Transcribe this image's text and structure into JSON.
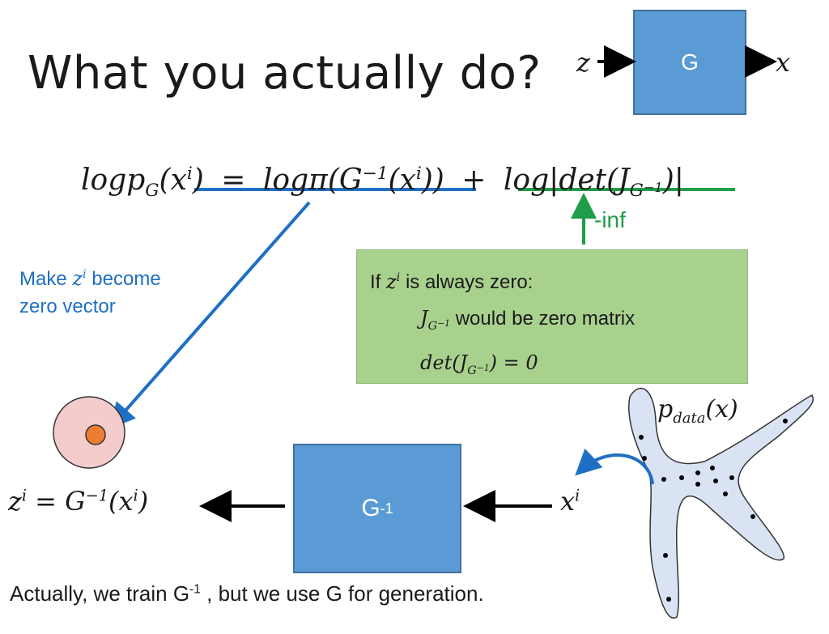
{
  "title": "What you actually do?",
  "top_diagram": {
    "input": "z",
    "box": "G",
    "output": "x"
  },
  "formula": {
    "lhs": "logp",
    "lhs_sub": "G",
    "lhs_arg": "(x",
    "lhs_sup": "i",
    "lhs_close": ")",
    "eq": "=",
    "term1": "logπ(G",
    "term1_sup": "−1",
    "term1_arg": "(x",
    "term1_argsup": "i",
    "term1_close": "))",
    "plus": "+",
    "term2": "log|det(J",
    "term2_sub": "G",
    "term2_subsup": "−1",
    "term2_close": ")|"
  },
  "neg_inf": "-inf",
  "blue_note": {
    "line1_a": "Make ",
    "z": "z",
    "z_sup": "i",
    "line1_b": " become",
    "line2": "zero vector"
  },
  "green_box": {
    "l1_a": "If ",
    "z": "z",
    "z_sup": "i",
    "l1_b": " is always zero:",
    "l2_j": "J",
    "l2_sub": "G",
    "l2_subsup": "−1",
    "l2_text": " would be zero matrix",
    "l3_a": "det(J",
    "l3_sub": "G",
    "l3_subsup": "−1",
    "l3_b": ") = 0"
  },
  "bottom": {
    "z_label": "z",
    "z_sup": "i",
    "z_eq": " = G",
    "z_eq_sup": "−1",
    "z_eq_arg": "(x",
    "z_eq_argsup": "i",
    "z_eq_close": ")",
    "ginv": "G",
    "ginv_sup": "-1",
    "x_label": "x",
    "x_sup": "i",
    "pdata": "p",
    "pdata_sub": "data",
    "pdata_arg": "(x)"
  },
  "caption": {
    "a": "Actually, we train G",
    "sup": "-1",
    "b": " , but we use G for generation."
  },
  "colors": {
    "box_blue": "#5b9bd5",
    "arrow_blue": "#1f6fc4",
    "green": "#1e9e48",
    "note_green": "#a9d18e",
    "pink": "#f4cccc",
    "orange": "#ed7d31",
    "distribution": "#dae3f3"
  }
}
